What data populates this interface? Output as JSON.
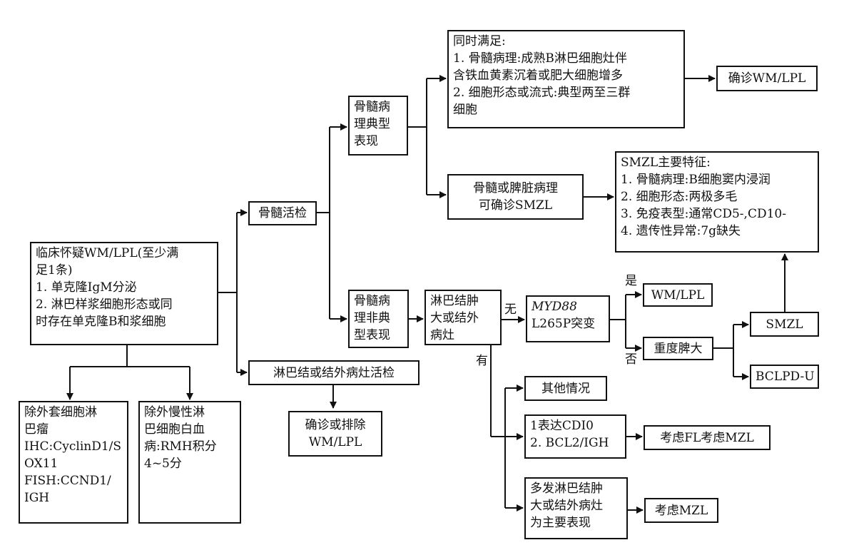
{
  "nodes": {
    "clinical": {
      "lines": [
        "临床怀疑WM/LPL(至少满",
        "足1条)",
        "1. 单克隆IgM分泌",
        "2. 淋巴样浆细胞形态或同",
        "时存在单克隆B和浆细胞"
      ]
    },
    "exclude_mcl": {
      "lines": [
        "除外套细胞淋",
        "巴瘤",
        "IHC:CyclinD1/S",
        "OX11",
        "FISH:CCND1/",
        "IGH"
      ]
    },
    "exclude_cll": {
      "lines": [
        "除外慢性淋",
        "巴细胞白血",
        "病:RMH积分",
        "4~5分"
      ]
    },
    "marrow_biopsy": {
      "lines": [
        "骨髓活检"
      ]
    },
    "node_biopsy": {
      "lines": [
        "淋巴结或结外病灶活检"
      ]
    },
    "confirm_exclude": {
      "lines": [
        "确诊或排除",
        "WM/LPL"
      ]
    },
    "marrow_typical": {
      "lines": [
        "骨髓病",
        "理典型",
        "表现"
      ]
    },
    "marrow_atypical": {
      "lines": [
        "骨髓病",
        "理非典",
        "型表现"
      ]
    },
    "both_criteria": {
      "lines": [
        "同时满足:",
        "1. 骨髓病理:成熟B淋巴细胞灶伴",
        "含铁血黄素沉着或肥大细胞增多",
        "2. 细胞形态或流式:典型两至三群",
        "细胞"
      ]
    },
    "diagnose_wm": {
      "lines": [
        "确诊WM/LPL"
      ]
    },
    "marrow_spleen": {
      "lines": [
        "骨髓或脾脏病理",
        "可确诊SMZL"
      ]
    },
    "smzl_features": {
      "lines": [
        "SMZL主要特征:",
        "1. 骨髓病理:B细胞窦内浸润",
        "2. 细胞形态:两极多毛",
        "3. 免疫表型:通常CD5-,CD10-",
        "4. 遗传性异常:7g缺失"
      ]
    },
    "lymph_enlarge": {
      "lines": [
        "淋巴结肿",
        "大或结外",
        "病灶"
      ]
    },
    "myd88": {
      "lines": [
        "MYD88",
        "L265P突变"
      ]
    },
    "wm_lpl": {
      "lines": [
        "WM/LPL"
      ]
    },
    "severe_spleen": {
      "lines": [
        "重度脾大"
      ]
    },
    "smzl": {
      "lines": [
        "SMZL"
      ]
    },
    "bclpd": {
      "lines": [
        "BCLPD-U"
      ]
    },
    "other": {
      "lines": [
        "其他情况"
      ]
    },
    "cd10": {
      "lines": [
        "1表达CDI0",
        "2. BCL2/IGH"
      ]
    },
    "consider_fl": {
      "lines": [
        "考虑FL考虑MZL"
      ]
    },
    "multi_lymph": {
      "lines": [
        "多发淋巴结肿",
        "大或结外病灶",
        "为主要表现"
      ]
    },
    "consider_mzl": {
      "lines": [
        "考虑MZL"
      ]
    }
  },
  "labels": {
    "none": "无",
    "yes_have": "有",
    "is": "是",
    "no": "否"
  }
}
